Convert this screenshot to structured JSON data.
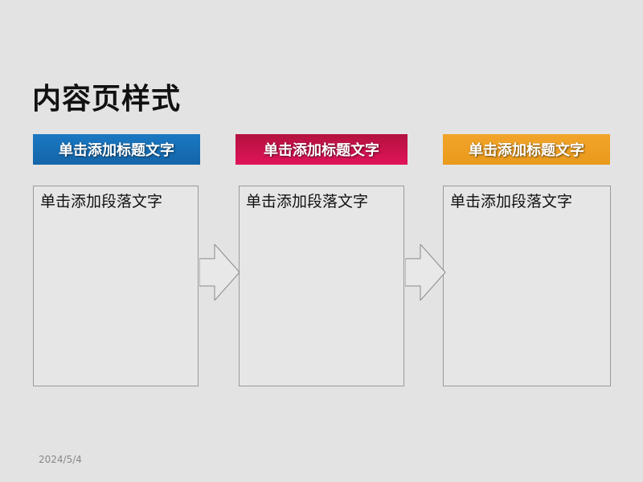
{
  "slide": {
    "title": "内容页样式",
    "date": "2024/5/4",
    "columns": [
      {
        "heading": "单击添加标题文字",
        "body": "单击添加段落文字",
        "color": "#1a6fb6"
      },
      {
        "heading": "单击添加标题文字",
        "body": "单击添加段落文字",
        "color": "#d8124f"
      },
      {
        "heading": "单击添加标题文字",
        "body": "单击添加段落文字",
        "color": "#eea224"
      }
    ],
    "arrow_icon": "right-arrow-icon"
  }
}
